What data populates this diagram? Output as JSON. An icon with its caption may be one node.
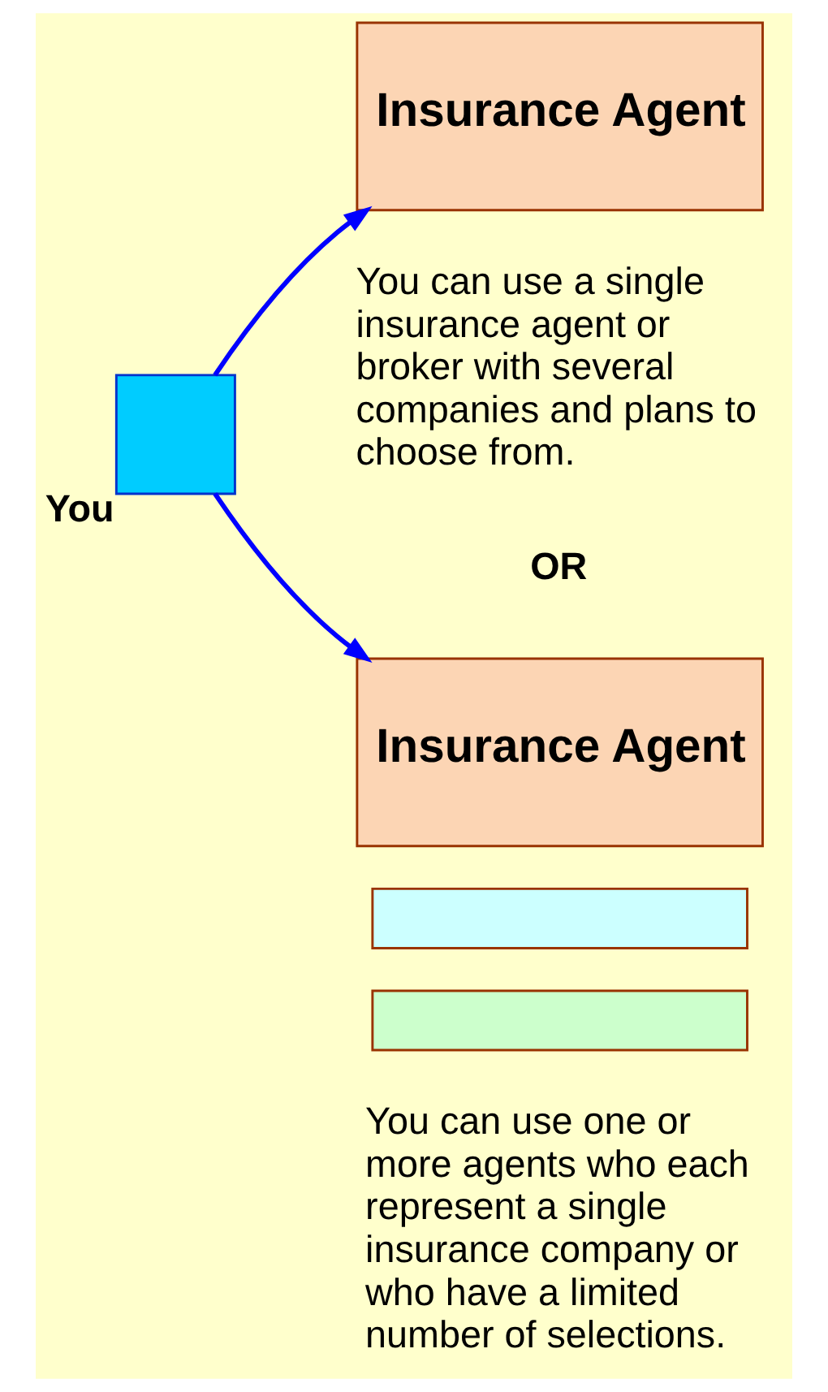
{
  "diagram": {
    "nodes": [
      {
        "text": [
          "You"
        ]
      },
      {
        "text": [
          "Insurance Agent"
        ]
      },
      {
        "text": [
          "Insurance Agent"
        ]
      },
      {
        "text": [],
        "shape": "box"
      },
      {
        "text": [],
        "shape": "box"
      }
    ],
    "edges": [
      {
        "from": 0,
        "to": 1,
        "arrow": "to"
      },
      {
        "from": 0,
        "to": 2,
        "arrow": "to"
      }
    ],
    "labels": [
      "You can use a single insurance agent or broker with several companies and plans to choose from.",
      "OR",
      "You can use one or more agents who each represent a single insurance company or who have a limited number of selections."
    ]
  }
}
